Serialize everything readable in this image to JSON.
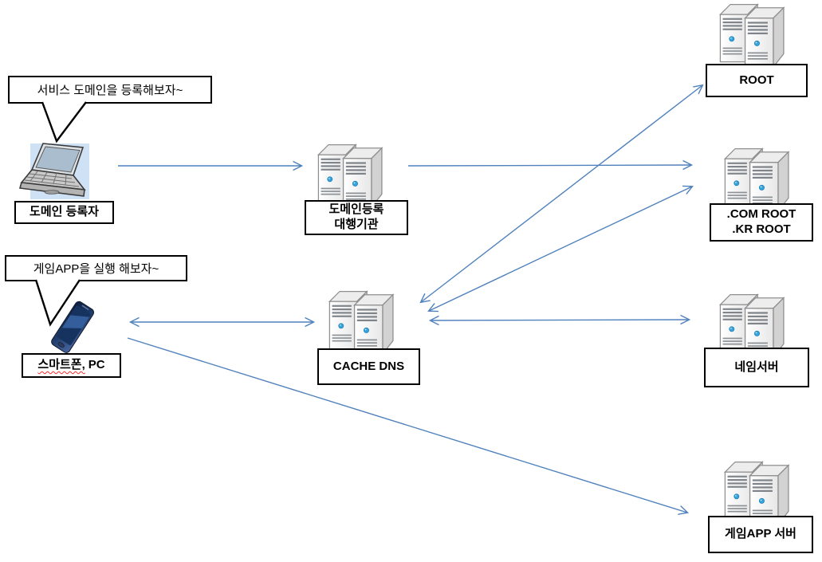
{
  "diagram": {
    "title_hint": "DNS domain registration and game APP resolution flow",
    "bubbles": {
      "register": {
        "text": "서비스 도메인을 등록해보자~"
      },
      "gameapp": {
        "text": "게임APP을 실행 해보자~"
      }
    },
    "nodes": {
      "registrant": {
        "label": "도메인 등록자",
        "icon": "laptop-icon"
      },
      "smartphone": {
        "label_misspelled": "스마트폰,",
        "label_rest": "PC",
        "icon": "smartphone-icon"
      },
      "registrar": {
        "label_line1": "도메인등록",
        "label_line2": "대행기관",
        "icon": "server-icon"
      },
      "cache_dns": {
        "label": "CACHE DNS",
        "icon": "server-icon"
      },
      "root": {
        "label": "ROOT",
        "icon": "server-icon"
      },
      "com_kr_root": {
        "label_line1": ".COM ROOT",
        "label_line2": ".KR ROOT",
        "icon": "server-icon"
      },
      "name_server": {
        "label": "네임서버",
        "icon": "server-icon"
      },
      "game_app_server": {
        "label": "게임APP 서버",
        "icon": "server-icon"
      }
    },
    "connections": [
      {
        "from": "registrant",
        "to": "registrar",
        "direction": "one-way"
      },
      {
        "from": "registrar",
        "to": "com_kr_root",
        "direction": "one-way"
      },
      {
        "from": "cache_dns",
        "to": "root",
        "direction": "two-way"
      },
      {
        "from": "cache_dns",
        "to": "com_kr_root",
        "direction": "two-way"
      },
      {
        "from": "cache_dns",
        "to": "name_server",
        "direction": "two-way"
      },
      {
        "from": "smartphone",
        "to": "cache_dns",
        "direction": "two-way"
      },
      {
        "from": "smartphone",
        "to": "game_app_server",
        "direction": "one-way"
      }
    ],
    "colors": {
      "arrow": "#4f81bd",
      "box_border": "#000000",
      "laptop_highlight_bg": "#cfe2f5",
      "server_led": "#35a3dc",
      "spellcheck_underline": "#ff2a2a"
    }
  }
}
